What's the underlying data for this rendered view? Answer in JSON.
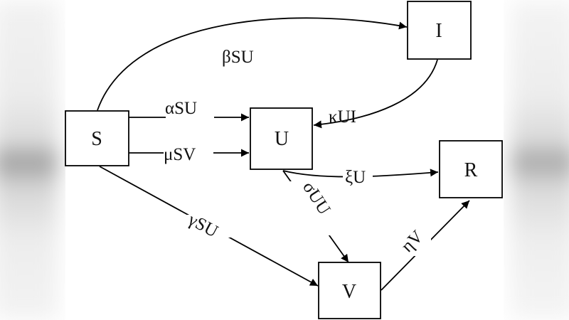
{
  "diagram": {
    "nodes": {
      "S": {
        "label": "S"
      },
      "I": {
        "label": "I"
      },
      "U": {
        "label": "U"
      },
      "R": {
        "label": "R"
      },
      "V": {
        "label": "V"
      }
    },
    "edges": {
      "s_to_i": {
        "label": "βSU"
      },
      "s_to_u_alpha": {
        "label": "αSU"
      },
      "s_to_u_mu": {
        "label": "μSV"
      },
      "i_to_u": {
        "label": "κUI"
      },
      "u_to_r": {
        "label": "ξU"
      },
      "u_to_v": {
        "label": "σUU"
      },
      "s_to_v": {
        "label": "γSU"
      },
      "v_to_r": {
        "label": "ηV"
      }
    }
  }
}
